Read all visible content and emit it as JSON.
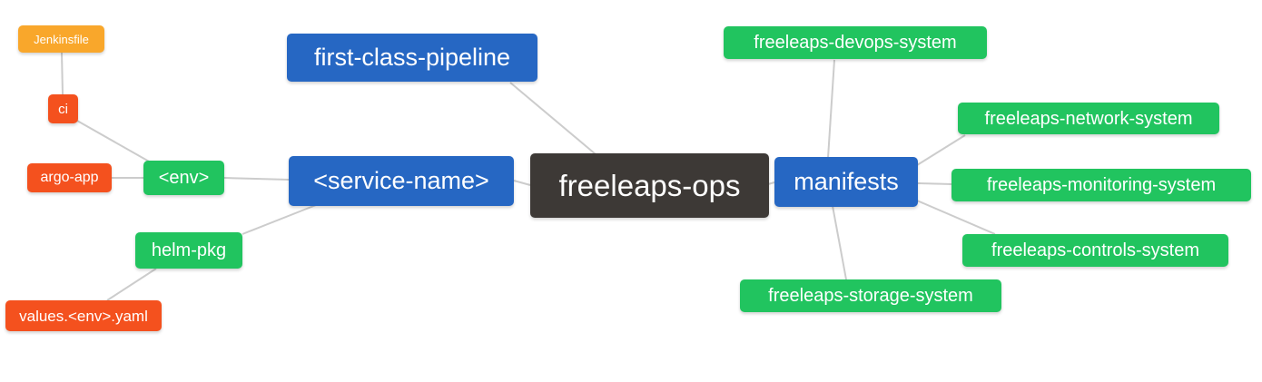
{
  "mindmap": {
    "type": "mindmap",
    "root": "freeleaps-ops",
    "background": "#ffffff"
  },
  "colors": {
    "root_bg": "#3d3936",
    "branch_bg": "#2667c3",
    "green_bg": "#21c45f",
    "red_bg": "#f4511e",
    "orange_bg": "#f9a72b",
    "node_text": "#ffffff",
    "edge": "#cccccc"
  },
  "nodes": {
    "freeleaps_ops": {
      "label": "freeleaps-ops"
    },
    "first_class_pipeline": {
      "label": "first-class-pipeline"
    },
    "service_name": {
      "label": "<service-name>"
    },
    "manifests": {
      "label": "manifests"
    },
    "env": {
      "label": "<env>"
    },
    "helm_pkg": {
      "label": "helm-pkg"
    },
    "argo_app": {
      "label": "argo-app"
    },
    "ci": {
      "label": "ci"
    },
    "jenkinsfile": {
      "label": "Jenkinsfile"
    },
    "values_env_yaml": {
      "label": "values.<env>.yaml"
    },
    "devops_system": {
      "label": "freeleaps-devops-system"
    },
    "network_system": {
      "label": "freeleaps-network-system"
    },
    "monitoring_system": {
      "label": "freeleaps-monitoring-system"
    },
    "controls_system": {
      "label": "freeleaps-controls-system"
    },
    "storage_system": {
      "label": "freeleaps-storage-system"
    }
  },
  "edges": [
    {
      "from": "jenkinsfile",
      "to": "ci"
    },
    {
      "from": "ci",
      "to": "env"
    },
    {
      "from": "argo_app",
      "to": "env"
    },
    {
      "from": "env",
      "to": "service_name"
    },
    {
      "from": "helm_pkg",
      "to": "service_name"
    },
    {
      "from": "values_env_yaml",
      "to": "helm_pkg"
    },
    {
      "from": "first_class_pipeline",
      "to": "freeleaps_ops"
    },
    {
      "from": "service_name",
      "to": "freeleaps_ops"
    },
    {
      "from": "freeleaps_ops",
      "to": "manifests"
    },
    {
      "from": "manifests",
      "to": "devops_system"
    },
    {
      "from": "manifests",
      "to": "network_system"
    },
    {
      "from": "manifests",
      "to": "monitoring_system"
    },
    {
      "from": "manifests",
      "to": "controls_system"
    },
    {
      "from": "manifests",
      "to": "storage_system"
    }
  ]
}
